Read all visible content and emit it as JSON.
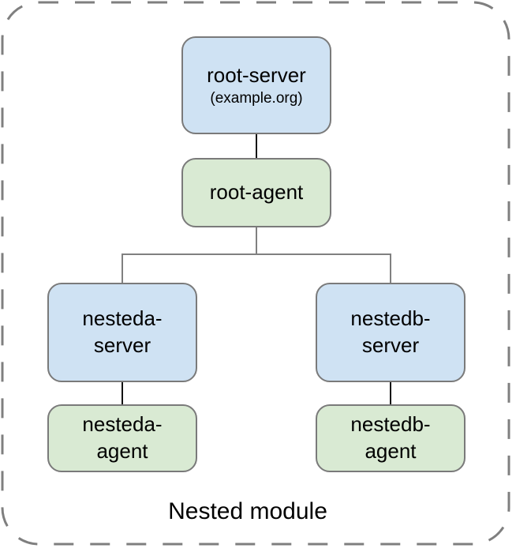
{
  "diagram": {
    "caption": "Nested module",
    "frame": {
      "style": "dashed-rounded",
      "color": "#7f7f7f"
    },
    "colors": {
      "server_fill": "#cfe2f3",
      "agent_fill": "#d9ead3",
      "node_border": "#7a7a7a",
      "link_connector": "#111111",
      "tree_connector": "#808080",
      "text": "#000000"
    },
    "nodes": [
      {
        "id": "root-server",
        "type": "server",
        "line1": "root-server",
        "line2": "(example.org)"
      },
      {
        "id": "root-agent",
        "type": "agent",
        "line1": "root-agent"
      },
      {
        "id": "nesteda-server",
        "type": "server",
        "line1": "nesteda-",
        "line2": "server"
      },
      {
        "id": "nestedb-server",
        "type": "server",
        "line1": "nestedb-",
        "line2": "server"
      },
      {
        "id": "nesteda-agent",
        "type": "agent",
        "line1": "nesteda-",
        "line2": "agent"
      },
      {
        "id": "nestedb-agent",
        "type": "agent",
        "line1": "nestedb-",
        "line2": "agent"
      }
    ],
    "edges": [
      {
        "from": "root-server",
        "to": "root-agent"
      },
      {
        "from": "root-agent",
        "to": "nesteda-server"
      },
      {
        "from": "root-agent",
        "to": "nestedb-server"
      },
      {
        "from": "nesteda-server",
        "to": "nesteda-agent"
      },
      {
        "from": "nestedb-server",
        "to": "nestedb-agent"
      }
    ]
  }
}
